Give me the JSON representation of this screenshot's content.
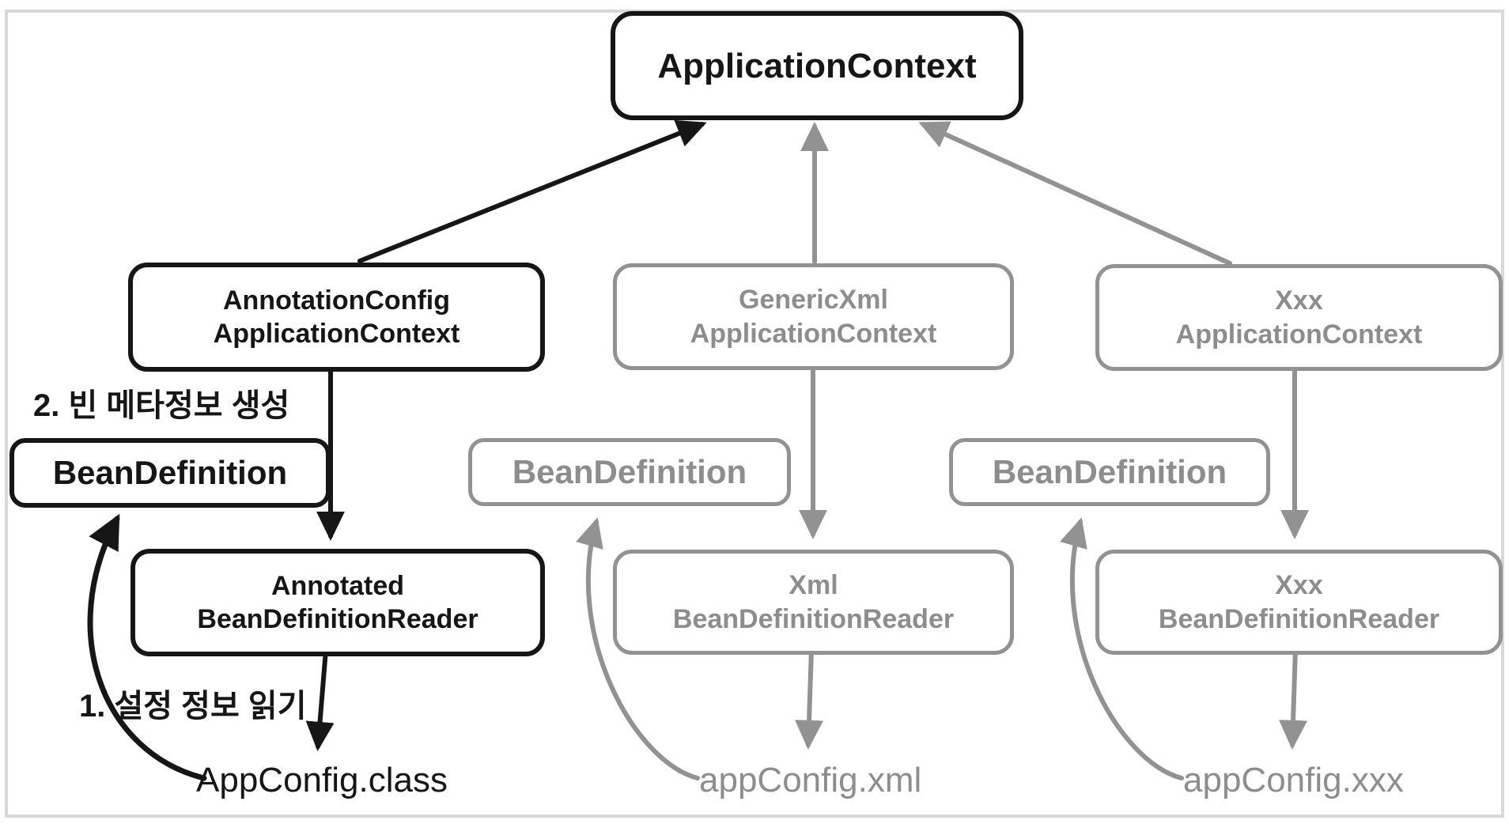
{
  "diagram": {
    "title_node": "ApplicationContext",
    "colors": {
      "active": "#161616",
      "inactive": "#8d8d8d",
      "frame": "#d8d8d8"
    },
    "nodes": {
      "application_context": {
        "label": "ApplicationContext"
      },
      "annotation_config_application_context": {
        "line1": "AnnotationConfig",
        "line2": "ApplicationContext"
      },
      "generic_xml_application_context": {
        "line1": "GenericXml",
        "line2": "ApplicationContext"
      },
      "xxx_application_context": {
        "line1": "Xxx",
        "line2": "ApplicationContext"
      },
      "bean_definition_left": {
        "label": "BeanDefinition"
      },
      "bean_definition_middle": {
        "label": "BeanDefinition"
      },
      "bean_definition_right": {
        "label": "BeanDefinition"
      },
      "annotated_bean_definition_reader": {
        "line1": "Annotated",
        "line2": "BeanDefinitionReader"
      },
      "xml_bean_definition_reader": {
        "line1": "Xml",
        "line2": "BeanDefinitionReader"
      },
      "xxx_bean_definition_reader": {
        "line1": "Xxx",
        "line2": "BeanDefinitionReader"
      }
    },
    "annotations": {
      "step2": "2. 빈 메타정보 생성",
      "step1": "1. 설정 정보 읽기"
    },
    "files": {
      "app_config_class": "AppConfig.class",
      "app_config_xml": "appConfig.xml",
      "app_config_xxx": "appConfig.xxx"
    }
  }
}
